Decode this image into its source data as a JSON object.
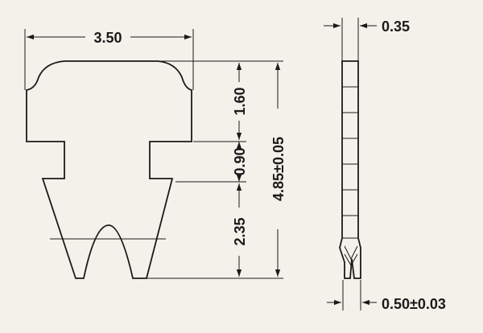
{
  "dimensions": {
    "top_width": "3.50",
    "head_height": "1.60",
    "neck_height": "0.90",
    "legs_height": "2.35",
    "total_height": "4.85±0.05",
    "thickness": "0.35",
    "tip_width": "0.50±0.03"
  },
  "colors": {
    "paper": "#f4f1ea",
    "ink": "#1a1a1a"
  }
}
